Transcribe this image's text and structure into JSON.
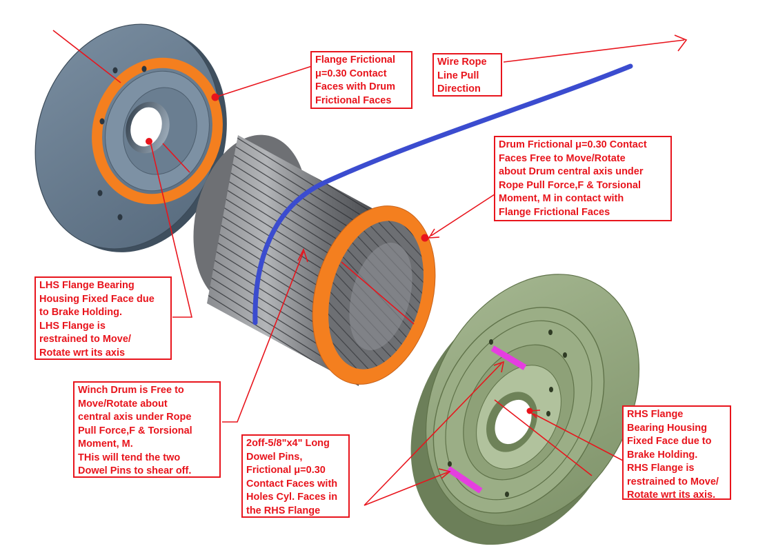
{
  "colors": {
    "annotation": "#e8141c",
    "lhs_flange": "#5f7487",
    "rhs_flange": "#8fa57c",
    "drum": "#5c5e62",
    "friction_face": "#f47f1f",
    "wire_rope": "#3b4ccf",
    "dowel_pin": "#e53ee0"
  },
  "callouts": {
    "flange_frictional": "Flange Frictional\nμ=0.30 Contact\nFaces with Drum\nFrictional Faces",
    "wire_rope": "Wire Rope\nLine Pull\nDirection",
    "drum_frictional": "Drum Frictional μ=0.30 Contact\nFaces Free to Move/Rotate\nabout Drum central axis under\nRope Pull Force,F & Torsional\nMoment, M in contact with\nFlange Frictional Faces",
    "lhs_flange": "LHS Flange Bearing\nHousing Fixed Face due\nto Brake Holding.\nLHS Flange is\nrestrained to Move/\nRotate wrt its axis",
    "winch_drum": "Winch Drum is Free to\nMove/Rotate about\ncentral axis under Rope\nPull Force,F & Torsional\nMoment, M.\nTHis will tend the two\nDowel Pins to shear off.",
    "dowel_pins": "2off-5/8\"x4\" Long\nDowel Pins,\nFrictional μ=0.30\nContact Faces with\nHoles Cyl. Faces in\nthe RHS Flange",
    "rhs_flange": "RHS Flange\nBearing Housing\nFixed Face due to\nBrake Holding.\nRHS Flange is\nrestrained to Move/\nRotate wrt its axis."
  }
}
